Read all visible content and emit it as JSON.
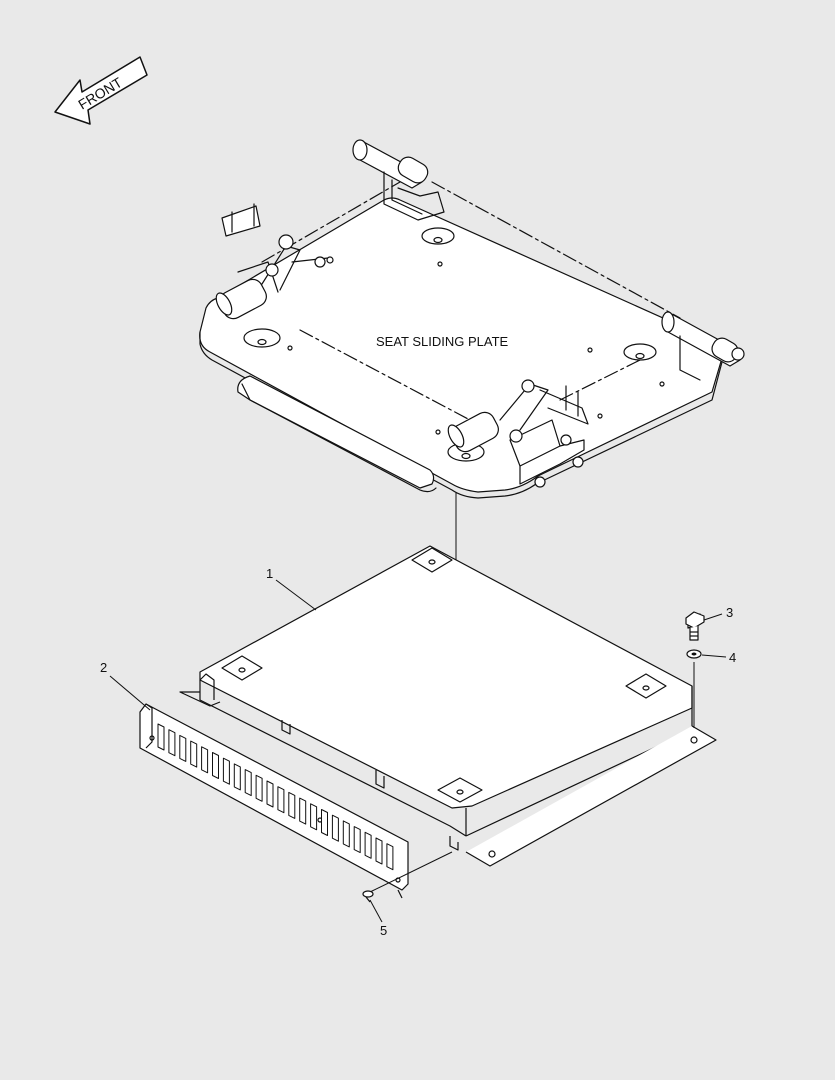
{
  "direction_arrow": {
    "label": "FRONT"
  },
  "assembly_label": "SEAT SLIDING PLATE",
  "callouts": [
    {
      "number": "1",
      "part": "plate"
    },
    {
      "number": "2",
      "part": "louvered cover"
    },
    {
      "number": "3",
      "part": "bolt"
    },
    {
      "number": "4",
      "part": "washer"
    },
    {
      "number": "5",
      "part": "screw"
    }
  ],
  "colors": {
    "background": "#e9e9e9",
    "line": "#111111"
  }
}
